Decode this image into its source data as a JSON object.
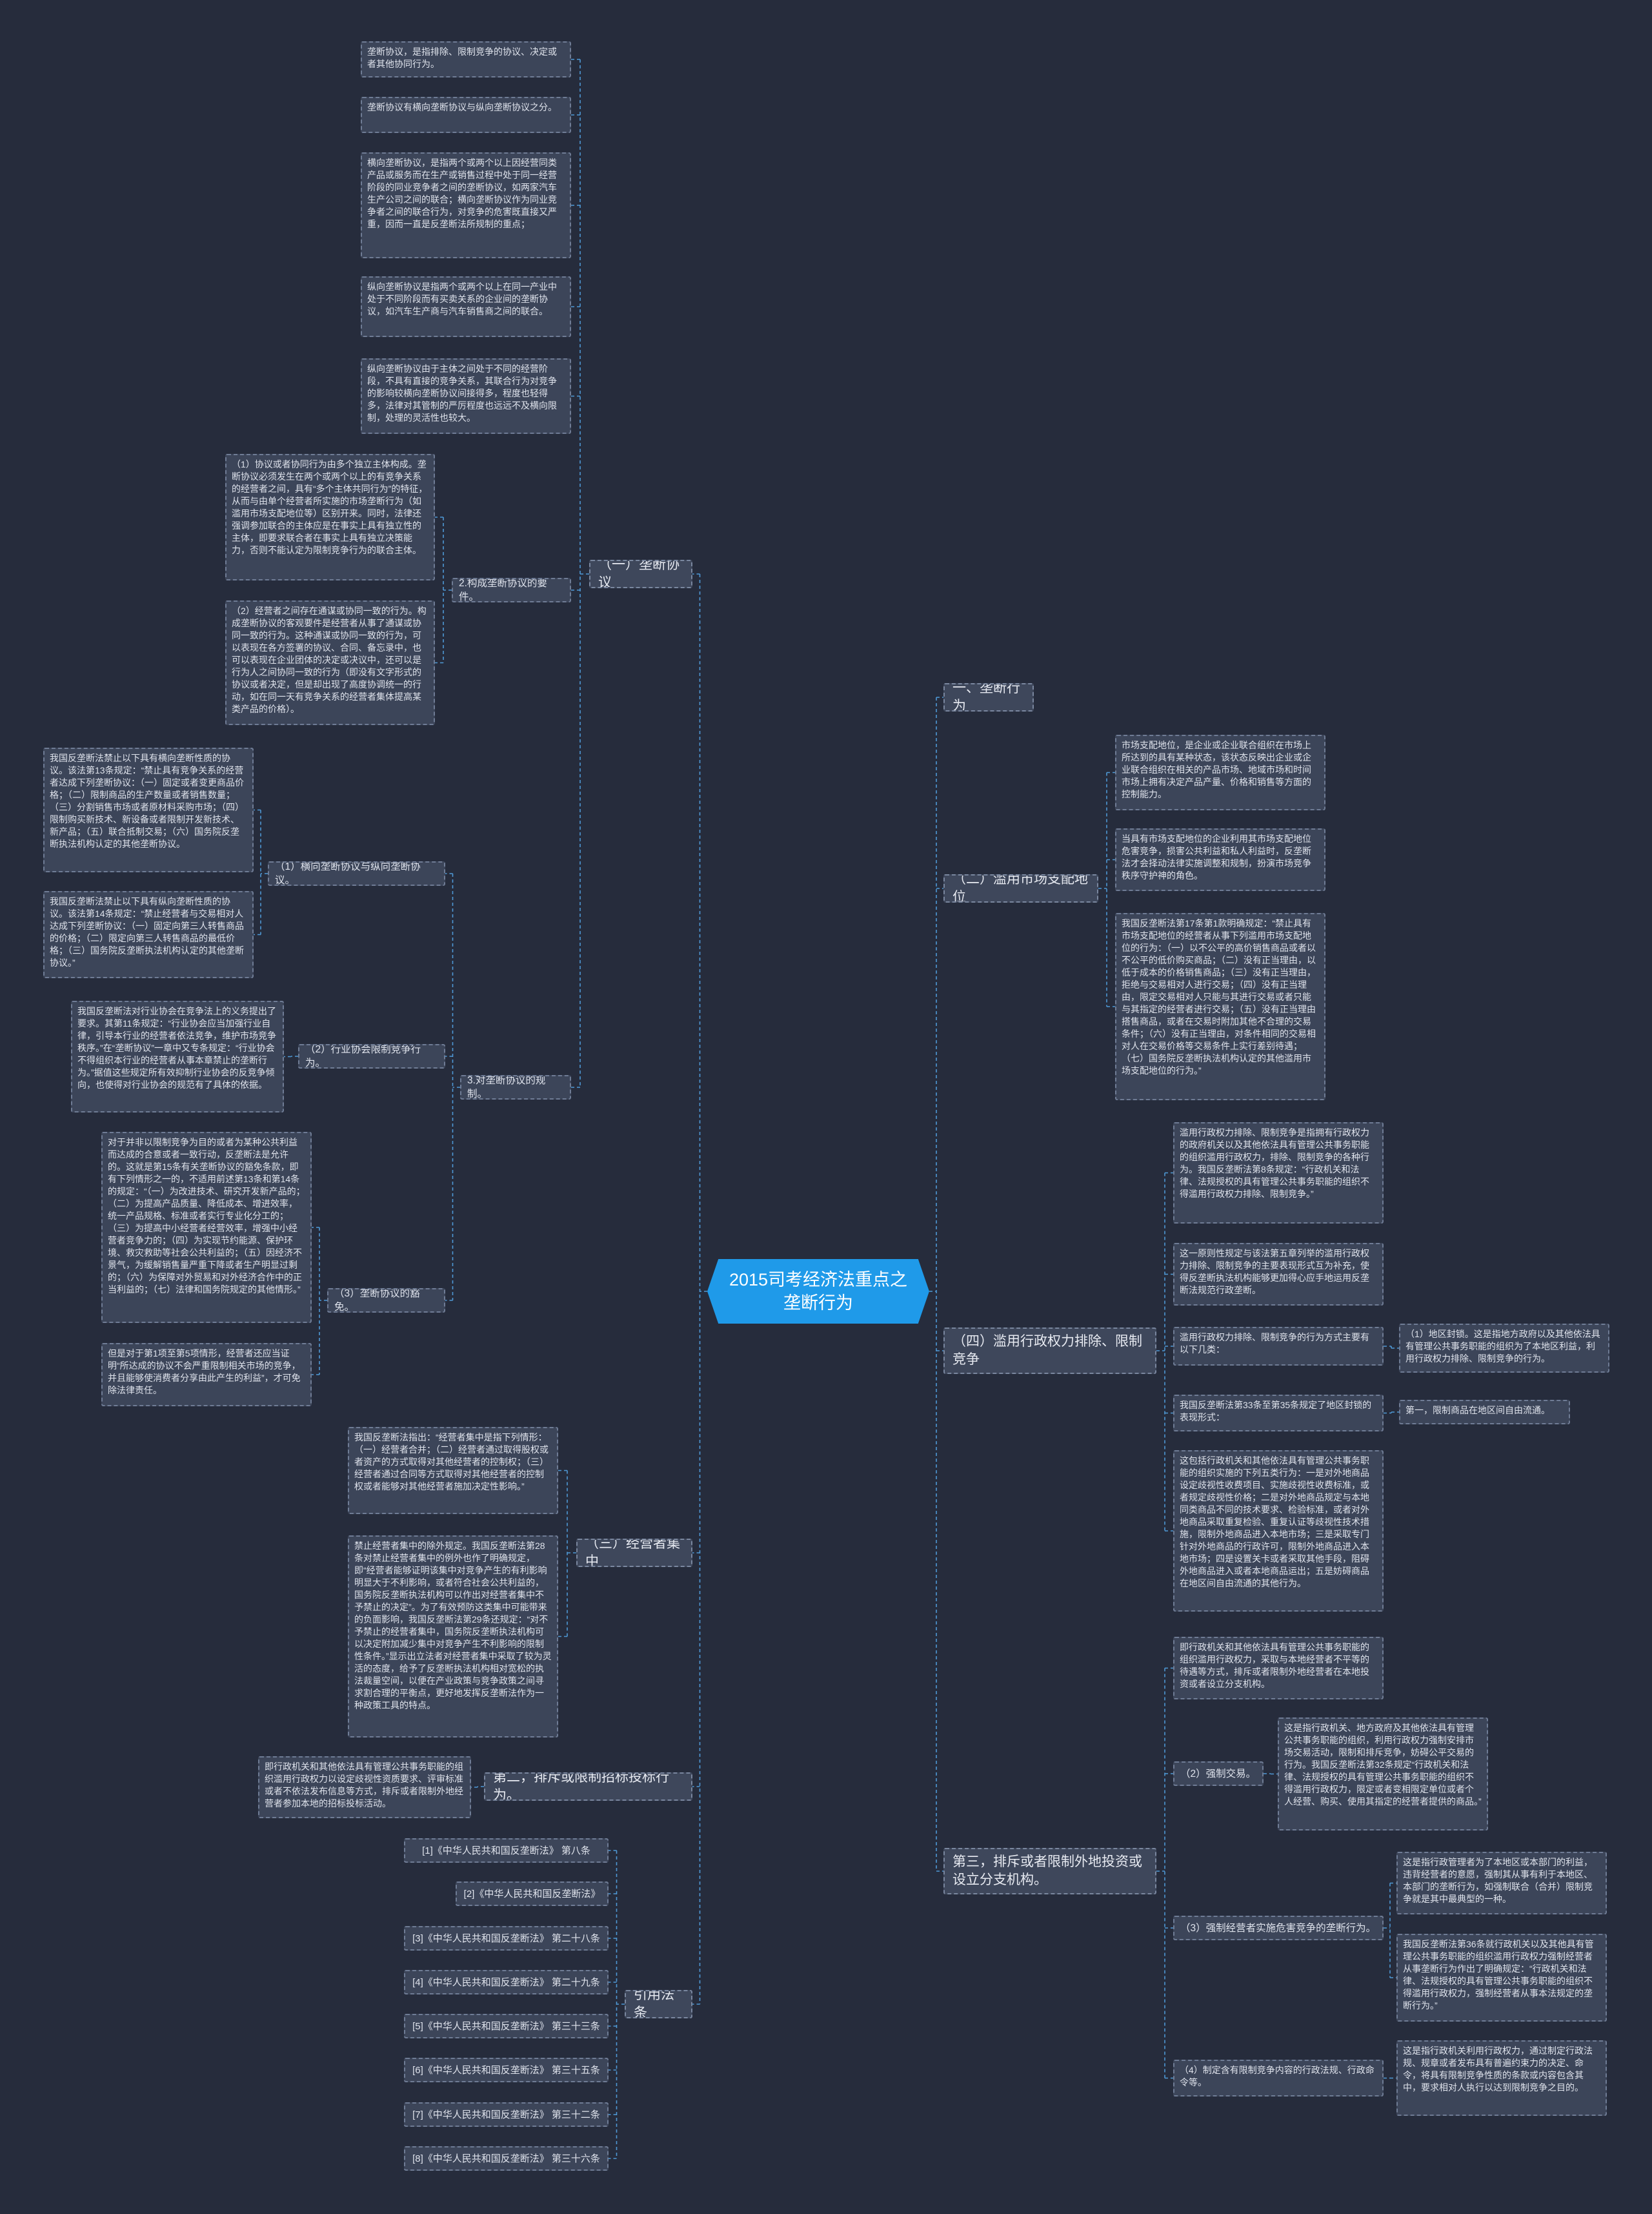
{
  "root": "2015司考经济法重点之垄断行为",
  "left": {
    "b1": {
      "label": "（一）垄断协议",
      "defs": [
        "垄断协议，是指排除、限制竞争的协议、决定或者其他协同行为。",
        "垄断协议有横向垄断协议与纵向垄断协议之分。",
        "横向垄断协议，是指两个或两个以上因经营同类产品或服务而在生产或销售过程中处于同一经营阶段的同业竞争者之间的垄断协议，如两家汽车生产公司之间的联合；横向垄断协议作为同业竞争者之间的联合行为，对竞争的危害既直接又严重，因而一直是反垄断法所规制的重点；",
        "纵向垄断协议是指两个或两个以上在同一产业中处于不同阶段而有买卖关系的企业间的垄断协议，如汽车生产商与汽车销售商之间的联合。",
        "纵向垄断协议由于主体之间处于不同的经营阶段，不具有直接的竞争关系，其联合行为对竞争的影响较横向垄断协议间接得多，程度也轻得多，法律对其管制的严厉程度也远远不及横向限制，处理的灵活性也较大。"
      ],
      "elements_label": "2.构成垄断协议的要件。",
      "elements": [
        "（1）协议或者协同行为由多个独立主体构成。垄断协议必须发生在两个或两个以上的有竞争关系的经营者之间，具有“多个主体共同行为”的特征，从而与由单个经营者所实施的市场垄断行为（如滥用市场支配地位等）区别开来。同时，法律还强调参加联合的主体应是在事实上具有独立性的主体，即要求联合者在事实上具有独立决策能力，否则不能认定为限制竞争行为的联合主体。",
        "（2）经营者之间存在通谋或协同一致的行为。构成垄断协议的客观要件是经营者从事了通谋或协同一致的行为。这种通谋或协同一致的行为，可以表现在各方签署的协议、合同、备忘录中，也可以表现在企业团体的决定或决议中，还可以是行为人之间协同一致的行为（即没有文字形式的协议或者决定，但是却出现了高度协调统一的行动，如在同一天有竞争关系的经营者集体提高某类产品的价格）。"
      ],
      "reg_label": "3.对垄断协议的规制。",
      "reg": [
        {
          "label": "（1）横向垄断协议与纵向垄断协议。",
          "items": [
            "我国反垄断法禁止以下具有横向垄断性质的协议。该法第13条规定：“禁止具有竞争关系的经营者达成下列垄断协议：（一）固定或者变更商品价格；（二）限制商品的生产数量或者销售数量；（三）分割销售市场或者原材料采购市场；（四）限制购买新技术、新设备或者限制开发新技术、新产品；（五）联合抵制交易；（六）国务院反垄断执法机构认定的其他垄断协议。",
            "我国反垄断法禁止以下具有纵向垄断性质的协议。该法第14条规定：“禁止经营者与交易相对人达成下列垄断协议：（一）固定向第三人转售商品的价格；（二）限定向第三人转售商品的最低价格；（三）国务院反垄断执法机构认定的其他垄断协议。”"
          ]
        },
        {
          "label": "（2）行业协会限制竞争行为。",
          "items": [
            "我国反垄断法对行业协会在竞争法上的义务提出了要求。其第11条规定：“行业协会应当加强行业自律，引导本行业的经营者依法竞争，维护市场竞争秩序。”在“垄断协议”一章中又专条规定：“行业协会不得组织本行业的经营者从事本章禁止的垄断行为。”据值这些规定所有效抑制行业协会的反竞争倾向，也使得对行业协会的规范有了具体的依据。"
          ]
        },
        {
          "label": "（3）垄断协议的豁免。",
          "items": [
            "对于并非以限制竞争为目的或者为某种公共利益而达成的合意或者一致行动，反垄断法是允许的。这就是第15条有关垄断协议的豁免条款，即有下列情形之一的，不适用前述第13条和第14条的规定：“（一）为改进技术、研究开发新产品的；（二）为提高产品质量、降低成本、增进效率，统一产品规格、标准或者实行专业化分工的；（三）为提高中小经营者经营效率，增强中小经营者竞争力的；（四）为实现节约能源、保护环境、救灾救助等社会公共利益的；（五）因经济不景气，为缓解销售量严重下降或者生产明显过剩的；（六）为保障对外贸易和对外经济合作中的正当利益的；（七）法律和国务院规定的其他情形。”",
            "但是对于第1项至第5项情形，经营者还应当证明“所达成的协议不会严重限制相关市场的竞争，并且能够使消费者分享由此产生的利益”，才可免除法律责任。"
          ]
        }
      ]
    },
    "b3": {
      "label": "（三）经营者集中",
      "items": [
        "我国反垄断法指出：“经营者集中是指下列情形：（一）经营者合并；（二）经营者通过取得股权或者资产的方式取得对其他经营者的控制权；（三）经营者通过合同等方式取得对其他经营者的控制权或者能够对其他经营者施加决定性影响。”",
        "禁止经营者集中的除外规定。我国反垄断法第28条对禁止经营者集中的例外也作了明确规定，即“经营者能够证明该集中对竞争产生的有利影响明显大于不利影响，或者符合社会公共利益的，国务院反垄断执法机构可以作出对经营者集中不予禁止的决定”。为了有效预防这类集中可能带来的负面影响，我国反垄断法第29条还规定：“对不予禁止的经营者集中，国务院反垄断执法机构可以决定附加减少集中对竞争产生不利影响的限制性条件。”显示出立法者对经营者集中采取了较为灵活的态度，给予了反垄断执法机构相对宽松的执法裁量空间，以便在产业政策与竞争政策之间寻求割合理的平衡点，更好地发挥反垄断法作为一种政策工具的特点。"
      ]
    },
    "b4": {
      "label": "第二，排斥或限制招标投标行为。",
      "items": [
        "即行政机关和其他依法具有管理公共事务职能的组织滥用行政权力以设定歧视性资质要求、评审标准或者不依法发布信息等方式，排斥或者限制外地经营者参加本地的招标投标活动。"
      ]
    },
    "refs": {
      "label": "引用法条",
      "items": [
        "[1]《中华人民共和国反垄断法》 第八条",
        "[2]《中华人民共和国反垄断法》",
        "[3]《中华人民共和国反垄断法》 第二十八条",
        "[4]《中华人民共和国反垄断法》 第二十九条",
        "[5]《中华人民共和国反垄断法》 第三十三条",
        "[6]《中华人民共和国反垄断法》 第三十五条",
        "[7]《中华人民共和国反垄断法》 第三十二条",
        "[8]《中华人民共和国反垄断法》 第三十六条"
      ]
    }
  },
  "right": {
    "r1": {
      "label": "一、垄断行为"
    },
    "r2": {
      "label": "（二）滥用市场支配地位",
      "items": [
        "市场支配地位，是企业或企业联合组织在市场上所达到的具有某种状态，该状态反映出企业或企业联合组织在相关的产品市场、地域市场和时间市场上拥有决定产品产量、价格和销售等方面的控制能力。",
        "当具有市场支配地位的企业利用其市场支配地位危害竞争，损害公共利益和私人利益时，反垄断法才会择动法律实施调整和规制，扮演市场竞争秩序守护神的角色。",
        "我国反垄断法第17条第1款明确规定：“禁止具有市场支配地位的经营者从事下列滥用市场支配地位的行为：（一）以不公平的高价销售商品或者以不公平的低价购买商品；（二）没有正当理由，以低于成本的价格销售商品；（三）没有正当理由，拒绝与交易相对人进行交易；（四）没有正当理由，限定交易相对人只能与其进行交易或者只能与其指定的经营者进行交易；（五）没有正当理由搭售商品，或者在交易时附加其他不合理的交易条件；（六）没有正当理由，对条件相同的交易相对人在交易价格等交易条件上实行差别待遇；（七）国务院反垄断执法机构认定的其他滥用市场支配地位的行为。”"
      ]
    },
    "r3": {
      "label": "（四）滥用行政权力排除、限制竞争",
      "items": [
        "滥用行政权力排除、限制竞争是指拥有行政权力的政府机关以及其他依法具有管理公共事务职能的组织滥用行政权力，排除、限制竞争的各种行为。我国反垄断法第8条规定：“行政机关和法律、法规授权的具有管理公共事务职能的组织不得滥用行政权力排除、限制竞争。”",
        "这一原则性规定与该法第五章列举的滥用行政权力排除、限制竞争的主要表现形式互为补充，使得反垄断执法机构能够更加得心应手地运用反垄断法规范行政垄断。"
      ],
      "forms_label": "滥用行政权力排除、限制竞争的行为方式主要有以下几类：",
      "forms_item": "（1）地区封锁。这是指地方政府以及其他依法具有管理公共事务职能的组织为了本地区利益，利用行政权力排除、限制竞争的行为。",
      "art_label": "我国反垄断法第33条至第35条规定了地区封锁的表现形式：",
      "art_item": "第一，限制商品在地区间自由流通。",
      "extra": "这包括行政机关和其他依法具有管理公共事务职能的组织实施的下列五类行为：一是对外地商品设定歧视性收费项目、实施歧视性收费标准，或者规定歧视性价格；二是对外地商品规定与本地同类商品不同的技术要求、检验标准，或者对外地商品采取重复检验、重复认证等歧视性技术措施，限制外地商品进入本地市场；三是采取专门针对外地商品的行政许可，限制外地商品进入本地市场；四是设置关卡或者采取其他手段，阻碍外地商品进入或者本地商品运出；五是妨碍商品在地区间自由流通的其他行为。"
    },
    "r4": {
      "label": "第三，排斥或者限制外地投资或设立分支机构。",
      "intro": "即行政机关和其他依法具有管理公共事务职能的组织滥用行政权力，采取与本地经营者不平等的待遇等方式，排斥或者限制外地经营者在本地投资或者设立分支机构。",
      "subs": [
        {
          "label": "（2）强制交易。",
          "items": [
            "这是指行政机关、地方政府及其他依法具有管理公共事务职能的组织，利用行政权力强制安排市场交易活动，限制和排斥竞争，妨碍公平交易的行为。我国反垄断法第32条规定“行政机关和法律、法规授权的具有管理公共事务职能的组织不得滥用行政权力，限定或者变相限定单位或者个人经营、购买、使用其指定的经营者提供的商品。”"
          ]
        },
        {
          "label": "（3）强制经营者实施危害竞争的垄断行为。",
          "items": [
            "这是指行政管理者为了本地区或本部门的利益，违背经营者的意愿，强制其从事有利于本地区、本部门的垄断行为，如强制联合（合并）限制竞争就是其中最典型的一种。",
            "我国反垄断法第36条就行政机关以及其他具有管理公共事务职能的组织滥用行政权力强制经营者从事垄断行为作出了明确规定：“行政机关和法律、法规授权的具有管理公共事务职能的组织不得滥用行政权力，强制经营者从事本法规定的垄断行为。”"
          ]
        },
        {
          "label": "（4）制定含有限制竞争内容的行政法规、行政命令等。",
          "items": [
            "这是指行政机关利用行政权力，通过制定行政法规、规章或者发布具有普遍约束力的决定、命令，将具有限制竞争性质的条款或内容包含其中，要求相对人执行以达到限制竞争之目的。"
          ]
        }
      ]
    }
  }
}
